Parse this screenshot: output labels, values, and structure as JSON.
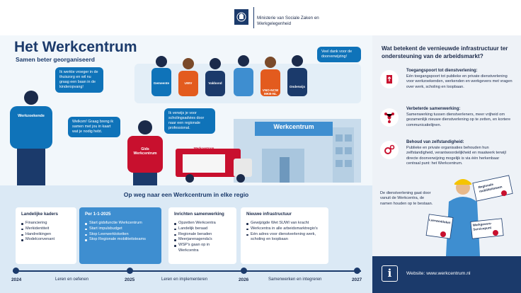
{
  "header": {
    "ministry_line1": "Ministerie van Sociale Zaken en",
    "ministry_line2": "Werkgelegenheid"
  },
  "title": "Het Werkcentrum",
  "subtitle": "Samen beter georganiseerd",
  "scene": {
    "bubble_worker": "Ik werkte vroeger in de thuiszorg en wil nu graag een baan in de kinderopvang!",
    "bubble_thanks": "Veel dank voor de doorverwijzing!",
    "bubble_welcome": "Welkom! Graag breng ik samen met jou in kaart wat je nodig hebt.",
    "bubble_refer": "Ik verwijs je voor scholingsadvies door naar een regionale professional.",
    "worker_label": "Werkzoekende",
    "guide_label": "Gids Werkcentrum",
    "group_labels": [
      "Gemeente",
      "UWV",
      "Vakbond",
      "",
      "VNO-NCW MKB-NL",
      "Onderwijs"
    ],
    "building_label": "Werkcentrum",
    "van_label": "Werkcentrum"
  },
  "timeline": {
    "title": "Op weg naar een Werkcentrum in elke regio",
    "cards": [
      {
        "title": "Landelijke kaders",
        "items": [
          "Financiering",
          "Merkidentiteit",
          "Handreikingen",
          "Modelconvenant"
        ]
      },
      {
        "title": "Per 1-1-2025",
        "items": [
          "Start gidsfunctie Werkcentrum",
          "Start impulsbudget",
          "Stop Leerwerkloketten",
          "Stop Regionale mobiliteitsteams"
        ]
      },
      {
        "title": "Inrichten samenwerking",
        "items": [
          "Opzetten Werkcentra",
          "Landelijk beraad",
          "Regionale beraden",
          "Meerjarenagenda's",
          "WSP's gaan op in Werkcentra"
        ]
      },
      {
        "title": "Nieuwe infrastructuur",
        "items": [
          "Gewijzigde Wet SUWI van kracht",
          "Werkcentra in alle arbeidsmarktregio's",
          "Eén adres voor dienstverlening werk, scholing en loopbaan"
        ]
      }
    ],
    "years": [
      "2024",
      "2025",
      "2026",
      "2027"
    ],
    "phases": [
      "Leren en oefenen",
      "Leren en implementeren",
      "Samenwerken en integreren"
    ]
  },
  "right": {
    "question": "Wat betekent de vernieuwde infrastructuur ter ondersteuning van de arbeidsmarkt?",
    "points": [
      {
        "heading": "Toegangspoort tot dienstverlening:",
        "text": "Eén toegangspoort tot publieke en private dienstverlening voor werkzoekenden, werkenden en werkgevers met vragen over werk, scholing en loopbaan.",
        "icon": "door-icon"
      },
      {
        "heading": "Verbeterde samenwerking:",
        "text": "Samenwerking tussen dienstverleners, meer vrijheid om gezamenlijk nieuwe dienstverlening op te zetten, en kortere communicatielijnen.",
        "icon": "network-icon"
      },
      {
        "heading": "Behoud van zelfstandigheid:",
        "text": "Publieke en private organisaties behouden hun zelfstandigheid, verantwoordelijkheid en maatwerk terwijl directe doorverwijzing mogelijk is via één herkenbaar centraal punt: het Werkcentrum.",
        "icon": "gears-icon"
      }
    ],
    "note": "De dienstverlening gaat door vanuit de Werkcentra, de namen houden op te bestaan.",
    "signs": [
      "Regionale mobiliteitsteam",
      "Leerwerkloket",
      "Werkgevers-Servicepunt"
    ],
    "website": "Website: www.werkcentrum.nl"
  },
  "colors": {
    "navy": "#1b3a6b",
    "blue": "#0f73b9",
    "light": "#dbe9f5",
    "red": "#c8102e",
    "orange": "#e35b1e"
  }
}
